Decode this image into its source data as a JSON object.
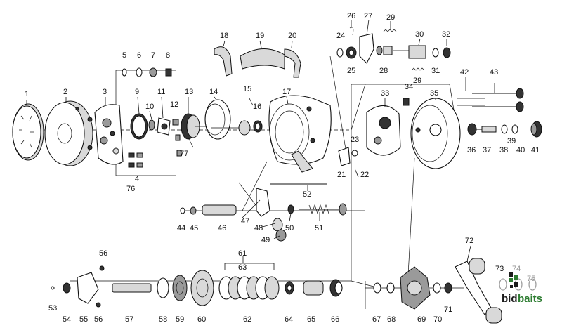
{
  "diagram": {
    "labels": [
      "1",
      "2",
      "3",
      "4",
      "5",
      "6",
      "7",
      "8",
      "9",
      "10",
      "11",
      "12",
      "13",
      "14",
      "15",
      "16",
      "17",
      "18",
      "19",
      "20",
      "21",
      "22",
      "23",
      "24",
      "25",
      "26",
      "27",
      "28",
      "29",
      "29",
      "30",
      "31",
      "32",
      "33",
      "34",
      "35",
      "36",
      "37",
      "38",
      "39",
      "40",
      "41",
      "42",
      "43",
      "44",
      "45",
      "46",
      "47",
      "48",
      "49",
      "50",
      "51",
      "52",
      "53",
      "54",
      "55",
      "56",
      "56",
      "57",
      "58",
      "59",
      "60",
      "61",
      "62",
      "63",
      "64",
      "65",
      "66",
      "67",
      "68",
      "69",
      "70",
      "71",
      "72",
      "73",
      "74",
      "75",
      "76",
      "77"
    ]
  },
  "logo": {
    "text_bid": "bid",
    "text_baits": "baits",
    "color_green": "#2e7d32",
    "color_dark": "#1b1b1b"
  }
}
